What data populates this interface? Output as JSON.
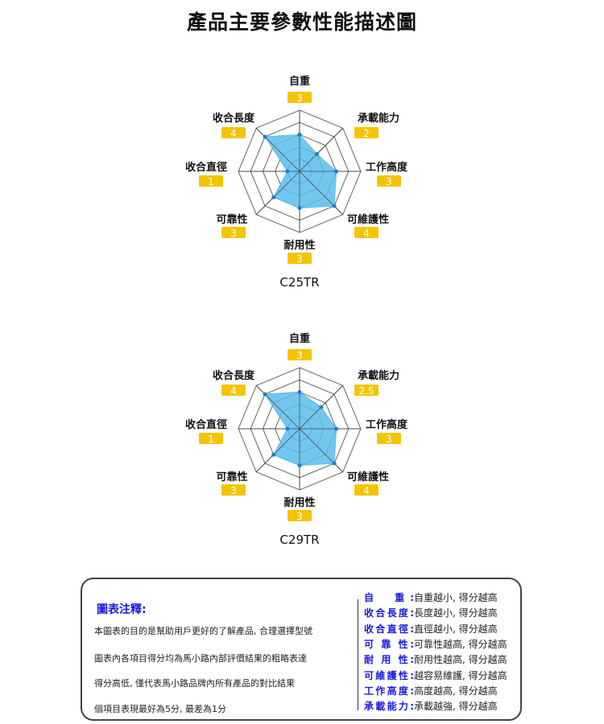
{
  "title": "產品主要參數性能描述圖",
  "chart_data": [
    {
      "type": "radar",
      "title": "C25TR",
      "axes": [
        "自重",
        "承載能力",
        "工作高度",
        "可維護性",
        "耐用性",
        "可靠性",
        "收合直徑",
        "收合長度"
      ],
      "values": [
        3,
        2,
        3,
        4,
        3,
        3,
        1,
        4
      ],
      "value_labels": [
        "3",
        "2",
        "3",
        "4",
        "3",
        "3",
        "1",
        "4"
      ],
      "rmax": 5,
      "fill_color": "#5bbcea",
      "point_color": "#1a7fd0",
      "badge_color": "#f5c400"
    },
    {
      "type": "radar",
      "title": "C29TR",
      "axes": [
        "自重",
        "承載能力",
        "工作高度",
        "可維護性",
        "耐用性",
        "可靠性",
        "收合直徑",
        "收合長度"
      ],
      "values": [
        3,
        2.5,
        3,
        4,
        3,
        3,
        1,
        4
      ],
      "value_labels": [
        "3",
        "2.5",
        "3",
        "4",
        "3",
        "3",
        "1",
        "4"
      ],
      "rmax": 5,
      "fill_color": "#5bbcea",
      "point_color": "#1a7fd0",
      "badge_color": "#f5c400"
    }
  ],
  "notes": {
    "title": "圖表注釋:",
    "lines": [
      "本圖表的目的是幫助用戶更好的了解產品, 合理選擇型號",
      "圖表內各項目得分均為馬小路內部評價結果的粗略表達",
      "得分高低, 僅代表馬小路品牌內所有產品的對比結果",
      "個項目表現最好為5分, 最差為1分"
    ],
    "legend": [
      {
        "key": "自　重:",
        "desc": "自重越小, 得分越高"
      },
      {
        "key": "收合長度:",
        "desc": "長度越小, 得分越高"
      },
      {
        "key": "收合直徑:",
        "desc": "直徑越小, 得分越高"
      },
      {
        "key": "可 靠 性:",
        "desc": "可靠性越高, 得分越高"
      },
      {
        "key": "耐 用 性:",
        "desc": "耐用性越高, 得分越高"
      },
      {
        "key": "可維護性:",
        "desc": "越容易維護, 得分越高"
      },
      {
        "key": "工作高度:",
        "desc": "高度越高, 得分越高"
      },
      {
        "key": "承載能力:",
        "desc": "承載越強, 得分越高"
      }
    ]
  }
}
